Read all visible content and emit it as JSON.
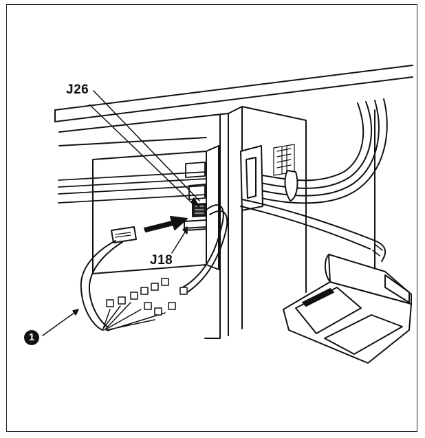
{
  "diagram": {
    "labels": {
      "j26": "J26",
      "j18": "J18",
      "callout_1": "1"
    }
  }
}
